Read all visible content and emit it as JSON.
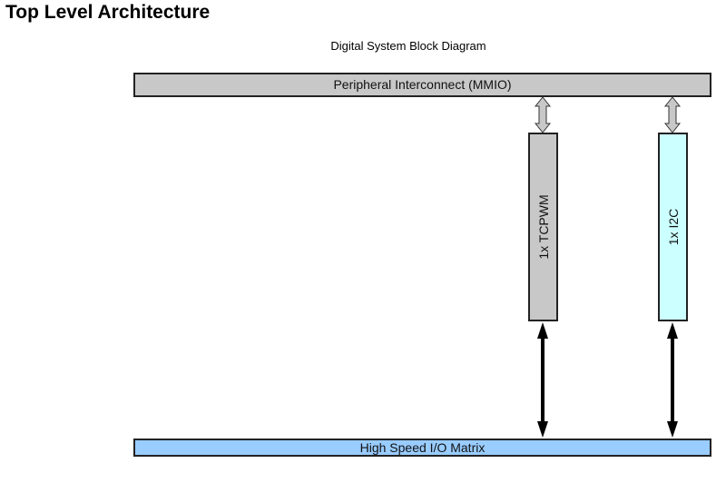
{
  "page_title": "Top Level Architecture",
  "diagram": {
    "title": "Digital System Block Diagram",
    "top_bus": {
      "label": "Peripheral Interconnect (MMIO)",
      "color": "#C8C8C8"
    },
    "bottom_bus": {
      "label": "High Speed I/O Matrix",
      "color": "#99CCFF"
    },
    "blocks": [
      {
        "label": "1x TCPWM",
        "color": "#C8C8C8"
      },
      {
        "label": "1x I2C",
        "color": "#CCFFFF"
      }
    ],
    "connections": [
      {
        "from": "Peripheral Interconnect (MMIO)",
        "to": "1x TCPWM",
        "style": "hollow-gray-bidirectional"
      },
      {
        "from": "Peripheral Interconnect (MMIO)",
        "to": "1x I2C",
        "style": "hollow-gray-bidirectional"
      },
      {
        "from": "1x TCPWM",
        "to": "High Speed I/O Matrix",
        "style": "solid-black-bidirectional"
      },
      {
        "from": "1x I2C",
        "to": "High Speed I/O Matrix",
        "style": "solid-black-bidirectional"
      }
    ],
    "arrow_colors": {
      "hollow_fill": "#C8C8C8",
      "solid": "#000000"
    }
  }
}
